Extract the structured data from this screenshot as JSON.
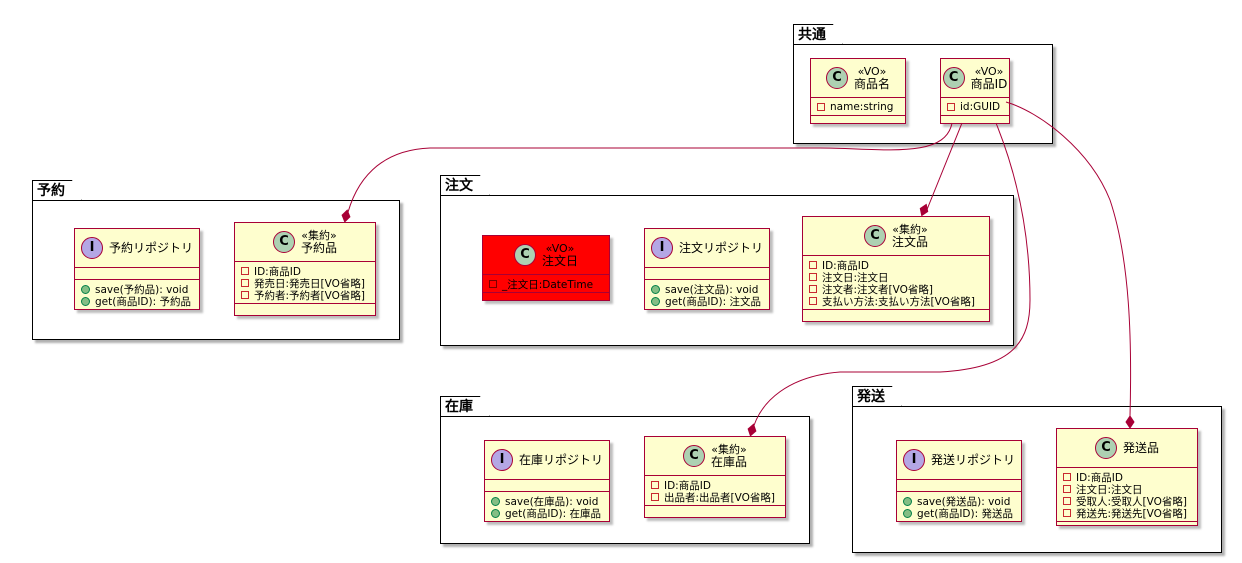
{
  "packages": {
    "common": {
      "name": "共通"
    },
    "reservation": {
      "name": "予約"
    },
    "order": {
      "name": "注文"
    },
    "stock": {
      "name": "在庫"
    },
    "shipping": {
      "name": "発送"
    }
  },
  "classes": {
    "product_name": {
      "stereotype": "«VO»",
      "name": "商品名",
      "attrs": [
        "name:string"
      ]
    },
    "product_id": {
      "stereotype": "«VO»",
      "name": "商品ID",
      "attrs": [
        "id:GUID"
      ]
    },
    "reservation_repo": {
      "name": "予約リポジトリ",
      "methods": [
        "save(予約品): void",
        "get(商品ID): 予約品"
      ]
    },
    "reservation_item": {
      "stereotype": "«集約»",
      "name": "予約品",
      "attrs": [
        "ID:商品ID",
        "発売日:発売日[VO省略]",
        "予約者:予約者[VO省略]"
      ]
    },
    "order_date": {
      "stereotype": "«VO»",
      "name": "注文日",
      "attrs": [
        "_注文日:DateTime"
      ],
      "color": "#ff0000"
    },
    "order_repo": {
      "name": "注文リポジトリ",
      "methods": [
        "save(注文品): void",
        "get(商品ID): 注文品"
      ]
    },
    "order_item": {
      "stereotype": "«集約»",
      "name": "注文品",
      "attrs": [
        "ID:商品ID",
        "注文日:注文日",
        "注文者:注文者[VO省略]",
        "支払い方法:支払い方法[VO省略]"
      ]
    },
    "stock_repo": {
      "name": "在庫リポジトリ",
      "methods": [
        "save(在庫品): void",
        "get(商品ID): 在庫品"
      ]
    },
    "stock_item": {
      "stereotype": "«集約»",
      "name": "在庫品",
      "attrs": [
        "ID:商品ID",
        "出品者:出品者[VO省略]"
      ]
    },
    "shipping_repo": {
      "name": "発送リポジトリ",
      "methods": [
        "save(発送品): void",
        "get(商品ID): 発送品"
      ]
    },
    "shipping_item": {
      "name": "発送品",
      "attrs": [
        "ID:商品ID",
        "注文日:注文日",
        "受取人:受取人[VO省略]",
        "発送先:発送先[VO省略]"
      ]
    }
  },
  "relations": [
    {
      "from": "商品ID",
      "to": "予約品",
      "type": "composition"
    },
    {
      "from": "商品ID",
      "to": "注文品",
      "type": "composition"
    },
    {
      "from": "商品ID",
      "to": "在庫品",
      "type": "composition"
    },
    {
      "from": "商品ID",
      "to": "発送品",
      "type": "composition"
    }
  ]
}
